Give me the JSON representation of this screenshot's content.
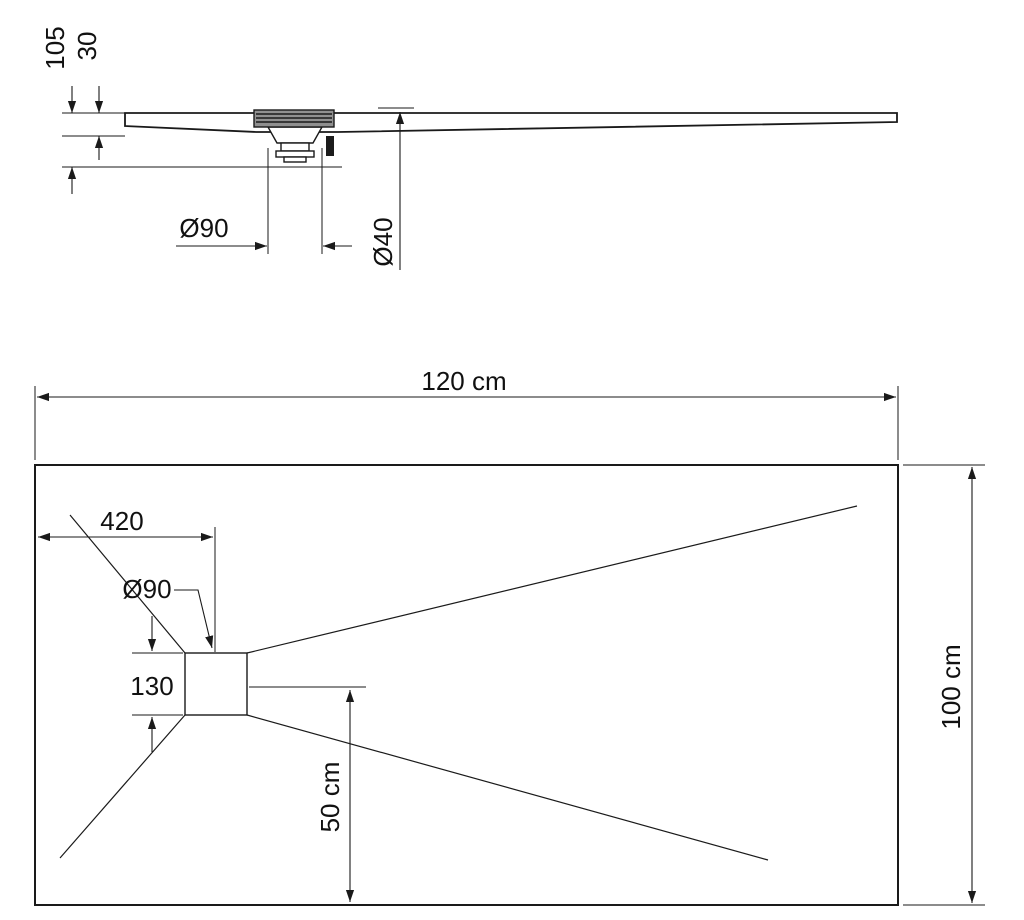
{
  "page": {
    "background_color": "#ffffff",
    "line_color": "#1a1a1a",
    "text_color": "#111111"
  },
  "side_view": {
    "height_total": "105",
    "height_edge": "30",
    "drain_diameter": "Ø90",
    "pipe_diameter": "Ø40"
  },
  "plan_view": {
    "width": "120 cm",
    "depth": "100 cm",
    "drain_offset_x": "420",
    "drain_diameter": "Ø90",
    "drain_box": "130",
    "drain_offset_y": "50 cm"
  }
}
